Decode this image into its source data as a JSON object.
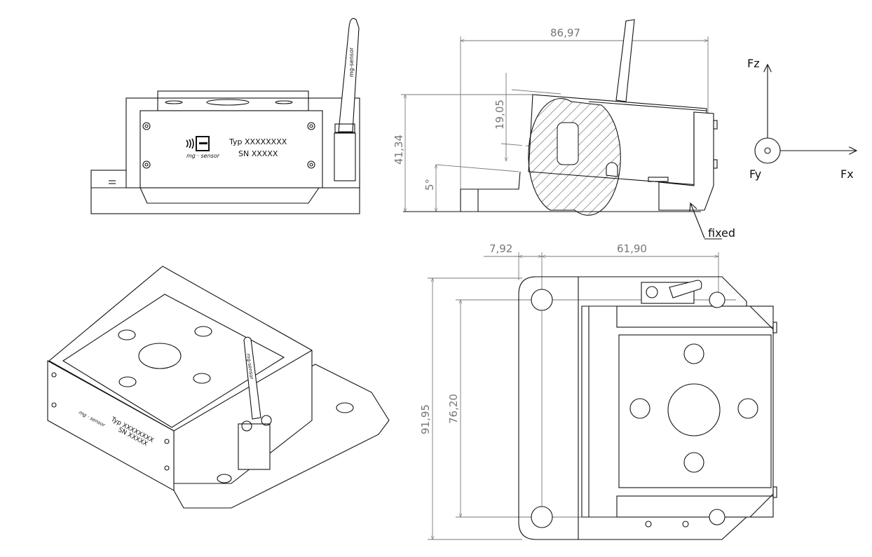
{
  "front_view": {
    "type_label": "Typ XXXXXXXX",
    "serial_label": "SN  XXXXX",
    "logo_text": "mg · sensor",
    "cable_text": "mg-sensor"
  },
  "side_view": {
    "dim_length": "86,97",
    "dim_height": "41,34",
    "dim_center": "19,05",
    "dim_angle": "5°",
    "fixed_label": "fixed"
  },
  "axes": {
    "fz": "Fz",
    "fy": "Fy",
    "fx": "Fx"
  },
  "top_view": {
    "dim_edge": "7,92",
    "dim_spacing": "61,90",
    "dim_overall": "91,95",
    "dim_holes": "76,20"
  },
  "iso_view": {
    "type_label": "Typ XXXXXXXX",
    "serial_label": "SN  XXXXX",
    "logo_text": "mg · sensor",
    "cable_text": "mg-sensor"
  }
}
